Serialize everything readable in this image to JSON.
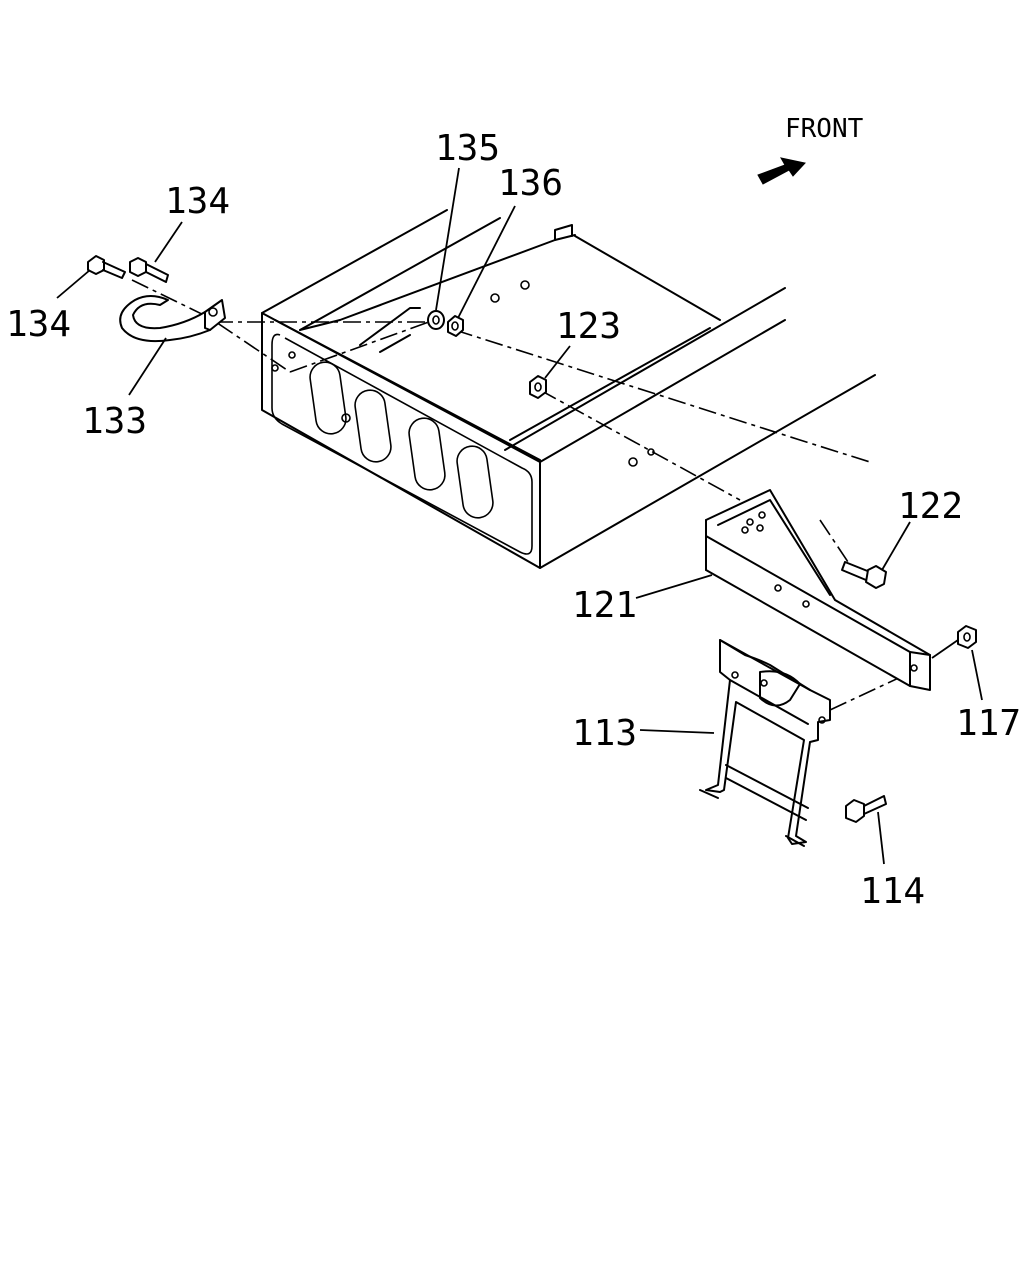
{
  "front_label": "FRONT",
  "callouts": {
    "c135": "135",
    "c136": "136",
    "c134_top": "134",
    "c134_left": "134",
    "c133": "133",
    "c123": "123",
    "c122": "122",
    "c121": "121",
    "c113": "113",
    "c117": "117",
    "c114": "114"
  }
}
